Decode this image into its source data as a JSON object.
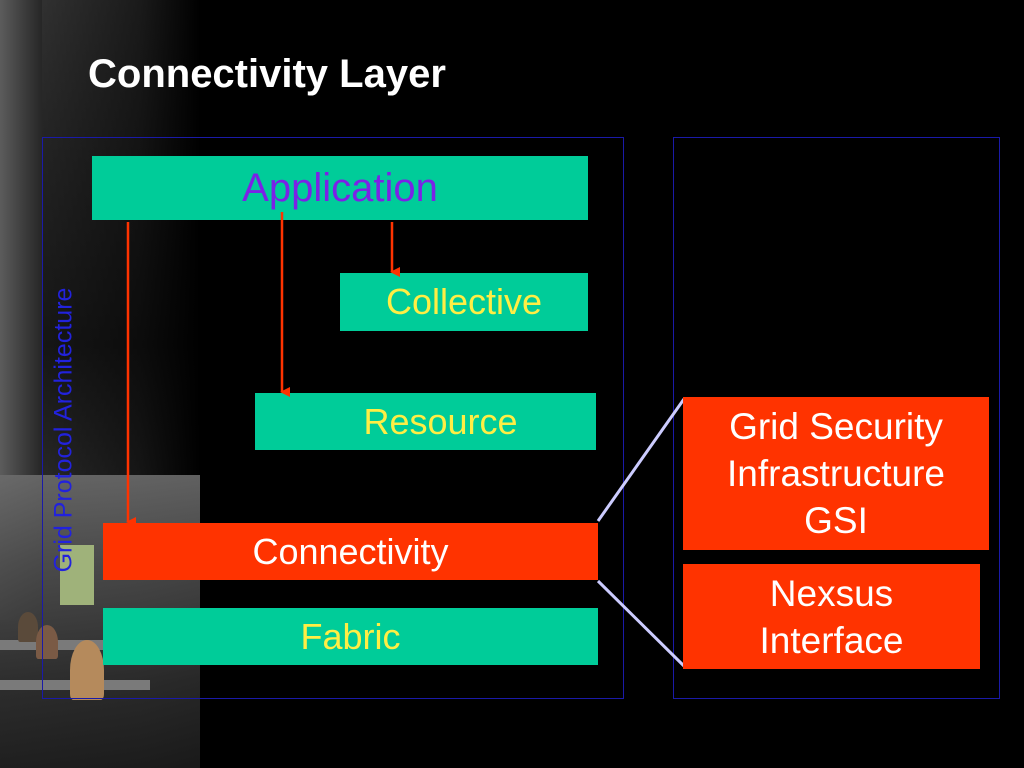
{
  "slide": {
    "title": "Connectivity Layer",
    "side_label": "Grid Protocol Architecture"
  },
  "layers": {
    "application": "Application",
    "collective": "Collective",
    "resource": "Resource",
    "connectivity": "Connectivity",
    "fabric": "Fabric"
  },
  "components": {
    "gsi": [
      "Grid Security",
      "Infrastructure",
      "GSI"
    ],
    "nexsus": [
      "Nexsus",
      "Interface"
    ]
  },
  "colors": {
    "background": "#000000",
    "teal_layer": "#00cc99",
    "red_layer": "#ff3300",
    "panel_border": "#1a1aa8",
    "application_text": "#7b22e6",
    "yellow_text": "#ffee44",
    "white_text": "#ffffff",
    "side_label_text": "#2222dd",
    "arrow": "#ff3300",
    "callout_line": "#ccccff"
  }
}
